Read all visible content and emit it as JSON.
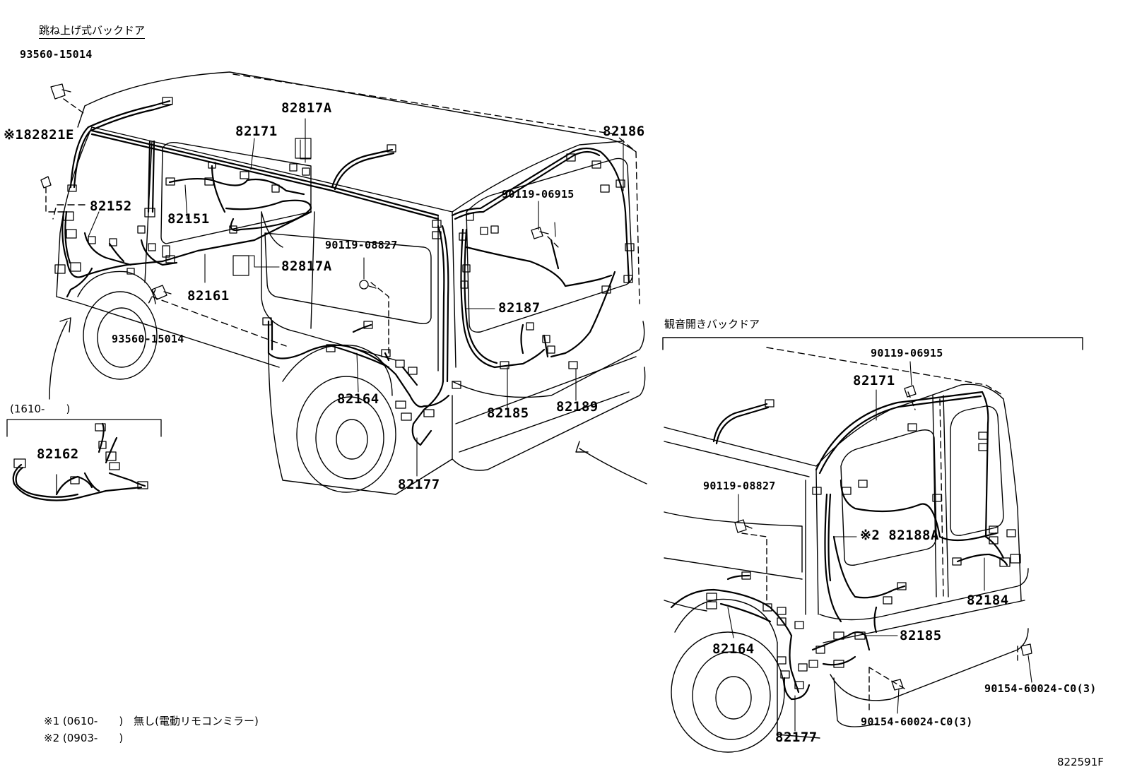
{
  "headers": {
    "liftgate": "跳ね上げ式バックドア",
    "barn_door": "観音開きバックドア",
    "range": "(1610-　　)"
  },
  "parts": {
    "p93560_top": "93560-15014",
    "p82821e": "※182821E",
    "p82152": "82152",
    "p82151": "82151",
    "p82171_main": "82171",
    "p82817a_top": "82817A",
    "p82817a_mid": "82817A",
    "p82161": "82161",
    "p90119_08827_main": "90119-08827",
    "p93560_bottom": "93560-15014",
    "p82186": "82186",
    "p90119_06915_main": "90119-06915",
    "p82187": "82187",
    "p82164_main": "82164",
    "p82185_main": "82185",
    "p82189": "82189",
    "p82177_main": "82177",
    "p82162": "82162",
    "p90119_06915_inset": "90119-06915",
    "p82171_inset": "82171",
    "p90119_08827_inset": "90119-08827",
    "p82188a": "※2 82188A",
    "p82184": "82184",
    "p82164_inset": "82164",
    "p82185_inset": "82185",
    "p90154_right": "90154-60024-C0(3)",
    "p90154_bottom": "90154-60024-C0(3)",
    "p82177_inset": "82177"
  },
  "notes": {
    "n1": "※1 (0610-　　)　無し(電動リモコンミラー)",
    "n2": "※2 (0903-　　)"
  },
  "drawing_code": "822591F"
}
